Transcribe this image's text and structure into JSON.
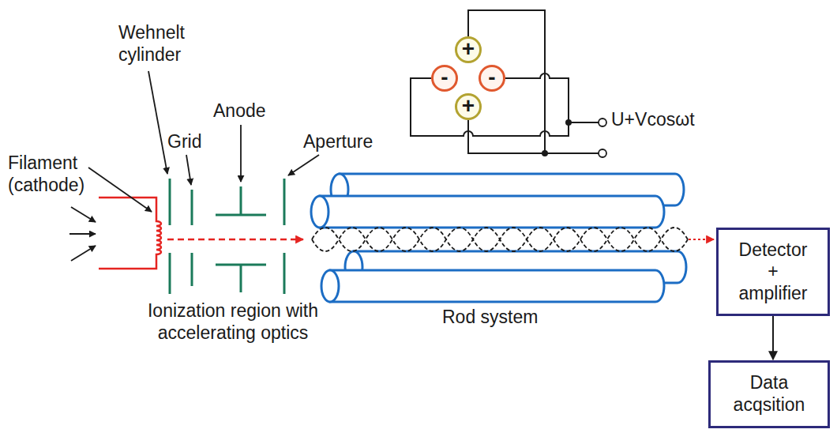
{
  "diagram": {
    "nodes": [
      {
        "text": [
          "+"
        ]
      },
      {
        "text": [
          "-"
        ]
      },
      {
        "text": [
          "-"
        ]
      },
      {
        "text": [
          "+"
        ]
      },
      {
        "text": [
          "Detector + amplifier"
        ]
      },
      {
        "text": [
          "Data acqsition"
        ]
      }
    ],
    "edges": [
      {
        "from": 0,
        "to": 3,
        "arrow": "none"
      },
      {
        "from": 1,
        "to": 2,
        "arrow": "none"
      },
      {
        "from": 4,
        "to": 5,
        "arrow": "to"
      }
    ],
    "labels": [
      "Wehnelt cylinder",
      "Grid",
      "Anode",
      "Aperture",
      "Filament (cathode)",
      "U+Vcosωt",
      "Ionization region with accelerating optics",
      "Rod system"
    ]
  }
}
